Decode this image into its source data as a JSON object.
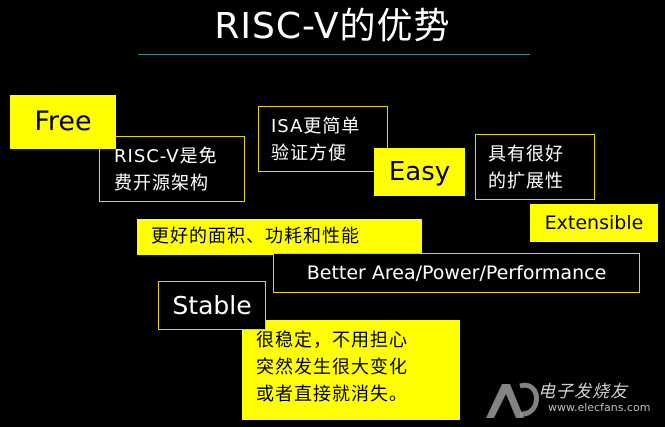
{
  "slide": {
    "title": "RISC-V的优势",
    "free_label": "Free",
    "free_desc": "RISC-V是免\n费开源架构",
    "easy_desc": "ISA更简单\n验证方便",
    "easy_label": "Easy",
    "extensible_desc": "具有很好\n的扩展性",
    "extensible_label": "Extensible",
    "bpp_desc": "更好的面积、功耗和性能",
    "bpp_label": "Better Area/Power/Performance",
    "stable_label": "Stable",
    "stable_desc": "很稳定，不用担心\n突然发生很大变化\n或者直接就消失。"
  },
  "watermark": {
    "text": "电子发烧友",
    "url": "www.elecfans.com",
    "icon": "elecfans-logo"
  },
  "colors": {
    "background": "#000000",
    "accent_yellow": "#ffff00",
    "border_yellow": "#e8d600",
    "title_rule": "#3c8a8a"
  }
}
